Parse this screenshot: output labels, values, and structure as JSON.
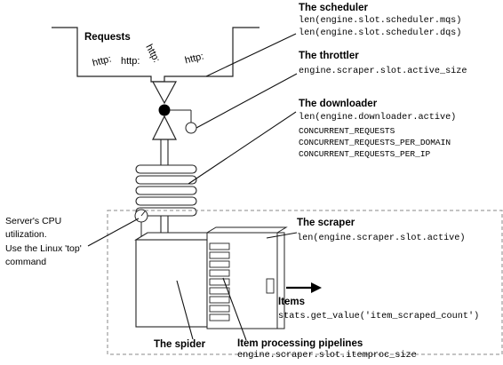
{
  "requests": {
    "title": "Requests",
    "tokens": [
      "http:",
      "http:",
      "http:",
      "http:"
    ]
  },
  "scheduler": {
    "title": "The scheduler",
    "lines": [
      "len(engine.slot.scheduler.mqs)",
      "len(engine.slot.scheduler.dqs)"
    ]
  },
  "throttler": {
    "title": "The throttler",
    "lines": [
      "engine.scraper.slot.active_size"
    ]
  },
  "downloader": {
    "title": "The downloader",
    "lines": [
      "len(engine.downloader.active)",
      "CONCURRENT_REQUESTS",
      "CONCURRENT_REQUESTS_PER_DOMAIN",
      "CONCURRENT_REQUESTS_PER_IP"
    ]
  },
  "cpu": {
    "lines": [
      "Server's CPU",
      "utilization.",
      "Use the Linux 'top'",
      "command"
    ]
  },
  "scraper": {
    "title": "The scraper",
    "lines": [
      "len(engine.scraper.slot.active)"
    ]
  },
  "items": {
    "title": "Items",
    "lines": [
      "stats.get_value('item_scraped_count')"
    ]
  },
  "spider": {
    "title": "The spider"
  },
  "pipelines": {
    "title": "Item processing pipelines",
    "lines": [
      "engine.scraper.slot.itemproc_size"
    ]
  }
}
